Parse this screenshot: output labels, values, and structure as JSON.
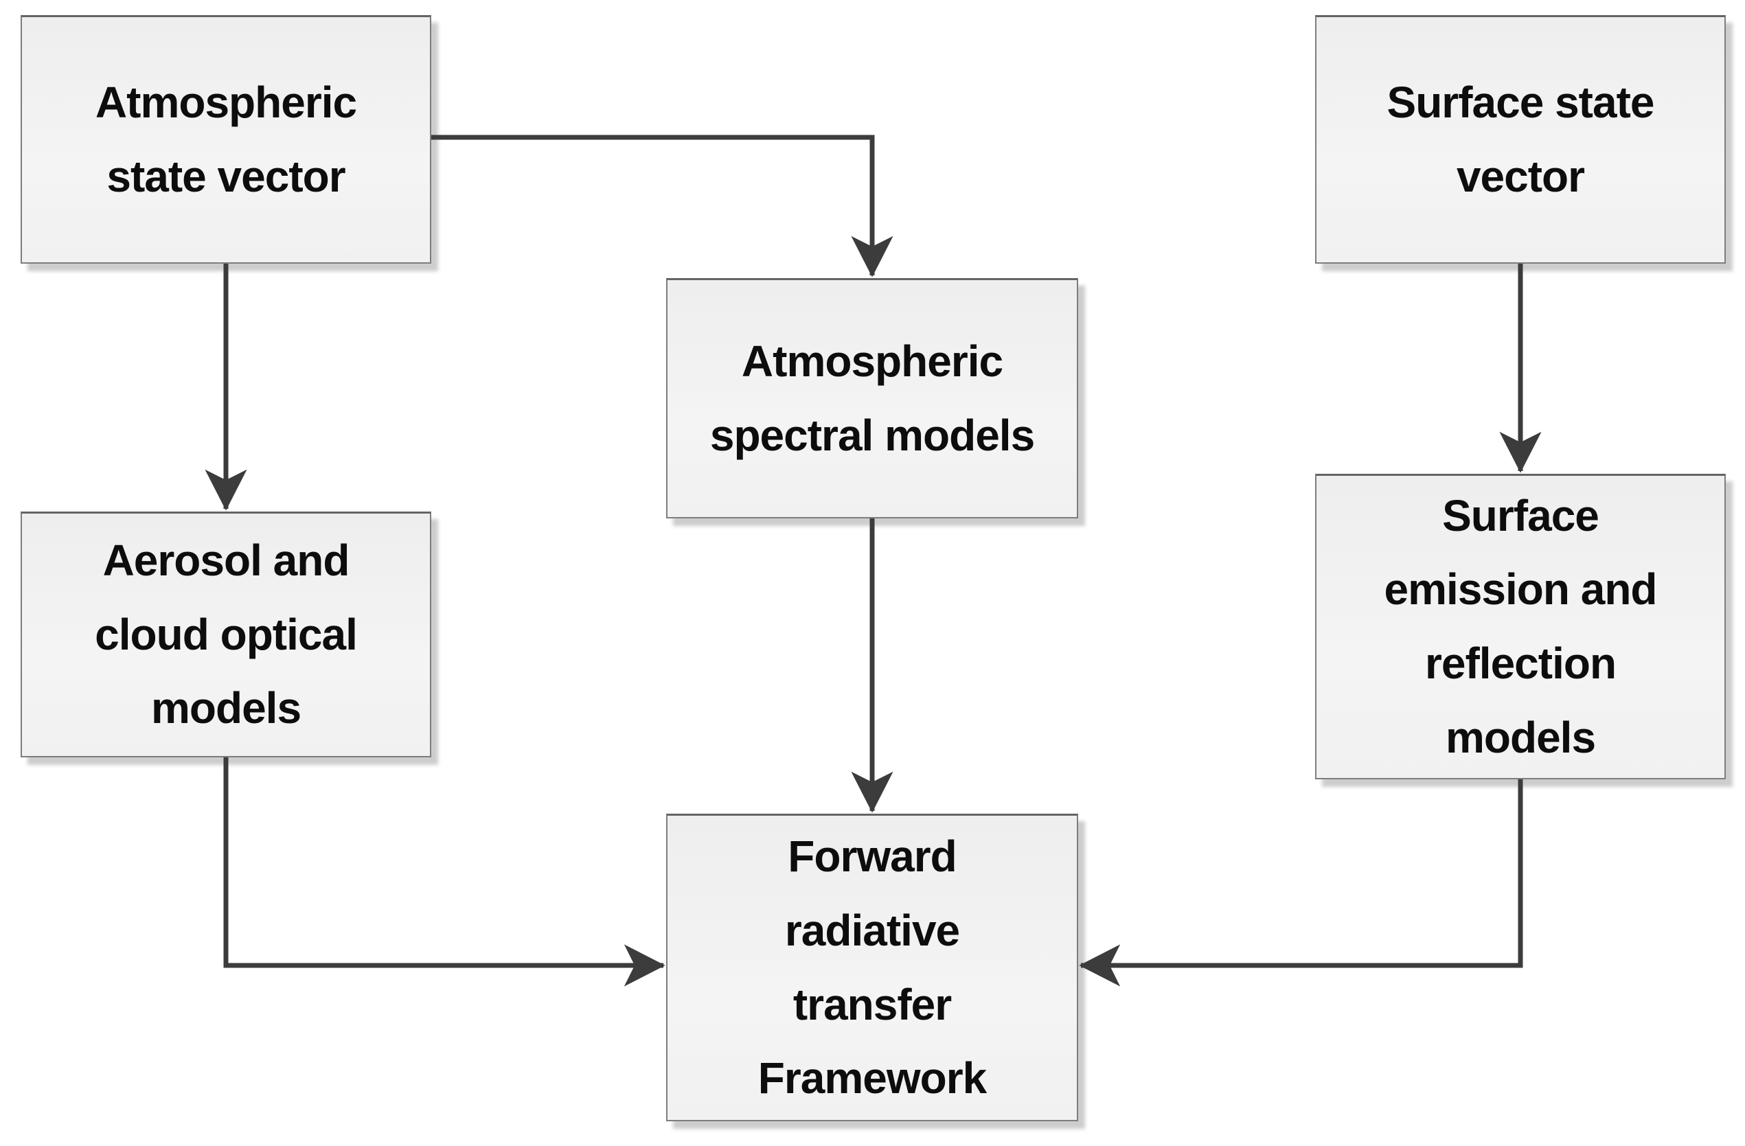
{
  "diagram": {
    "type": "flowchart",
    "background": "#ffffff",
    "colors": {
      "node_fill": "#f4f4f4",
      "node_fill_top": "#eeeeee",
      "node_border": "#7d7d7d",
      "node_text": "#0d0d0d",
      "connector": "#3c3c3c"
    },
    "nodes": [
      {
        "id": "atmospheric-state-vector",
        "label": "Atmospheric state vector",
        "lines": [
          "Atmospheric",
          "state vector"
        ]
      },
      {
        "id": "surface-state-vector",
        "label": "Surface state vector",
        "lines": [
          "Surface state",
          "vector"
        ]
      },
      {
        "id": "atmospheric-spectral-models",
        "label": "Atmospheric spectral models",
        "lines": [
          "Atmospheric",
          "spectral models"
        ]
      },
      {
        "id": "aerosol-and-cloud-optical-models",
        "label": "Aerosol and cloud optical models",
        "lines": [
          "Aerosol and",
          "cloud optical",
          "models"
        ]
      },
      {
        "id": "surface-emission-and-reflection-models",
        "label": "Surface emission and reflection models",
        "lines": [
          "Surface",
          "emission and",
          "reflection",
          "models"
        ]
      },
      {
        "id": "forward-radiative-transfer-framework",
        "label": "Forward radiative transfer Framework",
        "lines": [
          "Forward",
          "radiative",
          "transfer",
          "Framework"
        ]
      }
    ],
    "edges": [
      {
        "from": "atmospheric-state-vector",
        "to": "atmospheric-spectral-models"
      },
      {
        "from": "atmospheric-state-vector",
        "to": "aerosol-and-cloud-optical-models"
      },
      {
        "from": "surface-state-vector",
        "to": "surface-emission-and-reflection-models"
      },
      {
        "from": "atmospheric-spectral-models",
        "to": "forward-radiative-transfer-framework"
      },
      {
        "from": "aerosol-and-cloud-optical-models",
        "to": "forward-radiative-transfer-framework"
      },
      {
        "from": "surface-emission-and-reflection-models",
        "to": "forward-radiative-transfer-framework"
      }
    ]
  }
}
